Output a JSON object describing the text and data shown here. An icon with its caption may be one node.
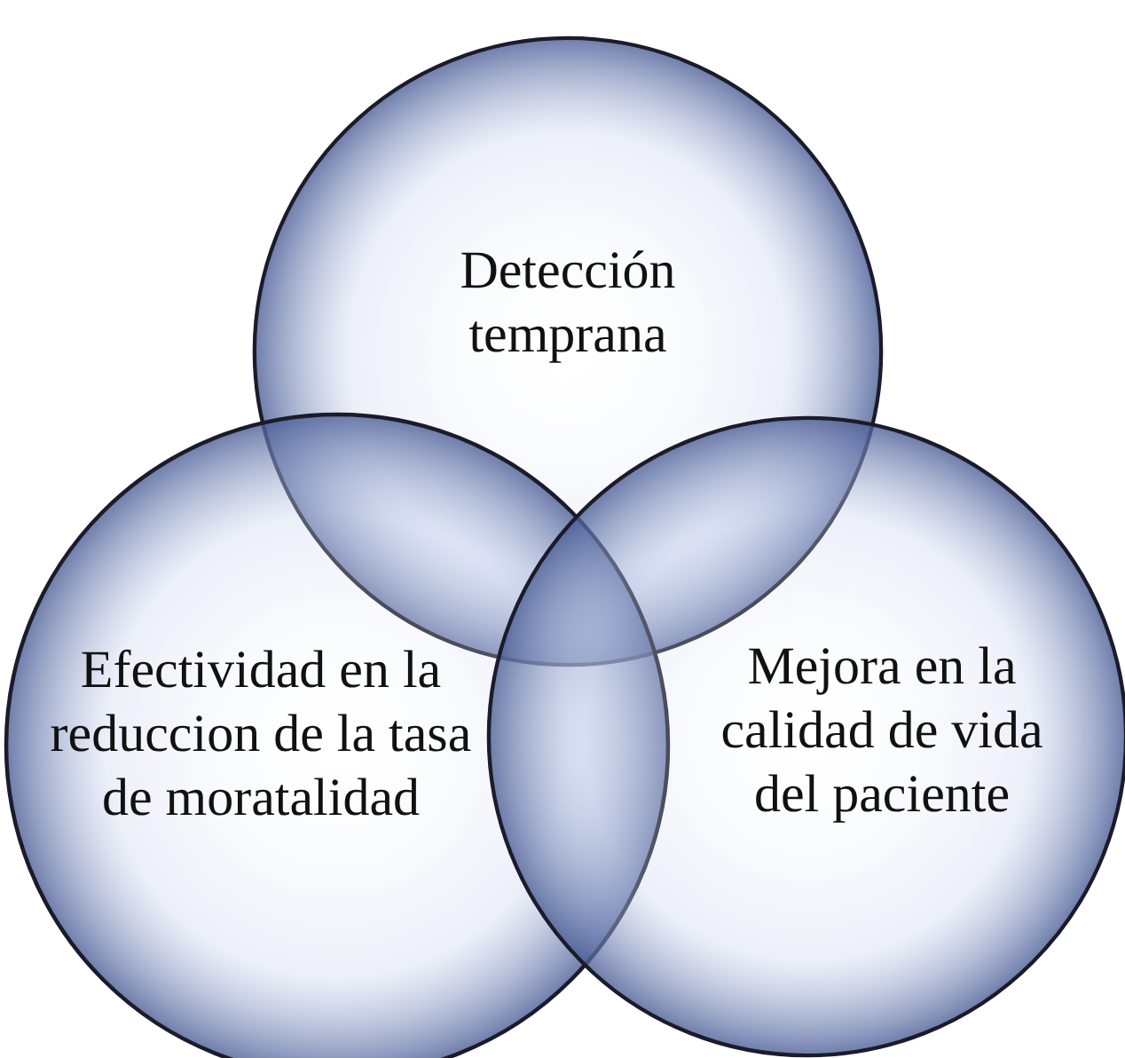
{
  "diagram": {
    "nodes": [
      {
        "text": [
          "Detección temprana"
        ]
      },
      {
        "text": [
          "Efectividad en la reduccion de la tasa de moratalidad"
        ]
      },
      {
        "text": [
          "Mejora en la calidad de vida del paciente"
        ]
      }
    ]
  }
}
